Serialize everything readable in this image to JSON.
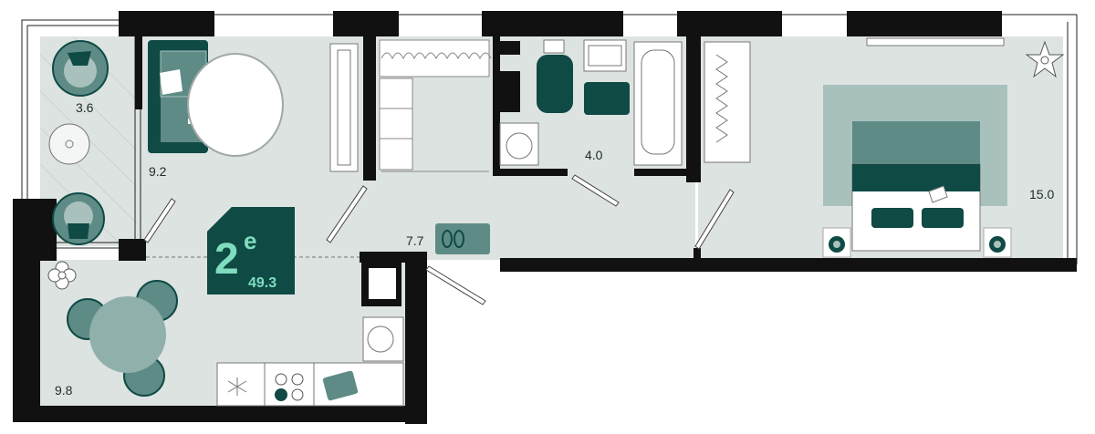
{
  "colors": {
    "wall": "#111111",
    "floor": "#dde3e1",
    "dark_teal": "#0f4a45",
    "mid_teal": "#5e8b86",
    "light_teal": "#a9c1bd",
    "accent_green": "#7fdcbf"
  },
  "apartment": {
    "type_label": "2",
    "type_suffix": "е",
    "total_area": "49.3"
  },
  "rooms": {
    "balcony": {
      "area": "3.6"
    },
    "living": {
      "area": "9.2"
    },
    "kitchen": {
      "area": "9.8"
    },
    "hall": {
      "area": "7.7"
    },
    "bathroom": {
      "area": "4.0"
    },
    "bedroom": {
      "area": "15.0"
    }
  },
  "icons": [
    "plant-icon",
    "shoes-icon",
    "sink-icon",
    "stove-icon",
    "toilet-icon",
    "bathtub-icon",
    "bed-icon",
    "sofa-icon",
    "table-icon",
    "armchair-icon"
  ]
}
